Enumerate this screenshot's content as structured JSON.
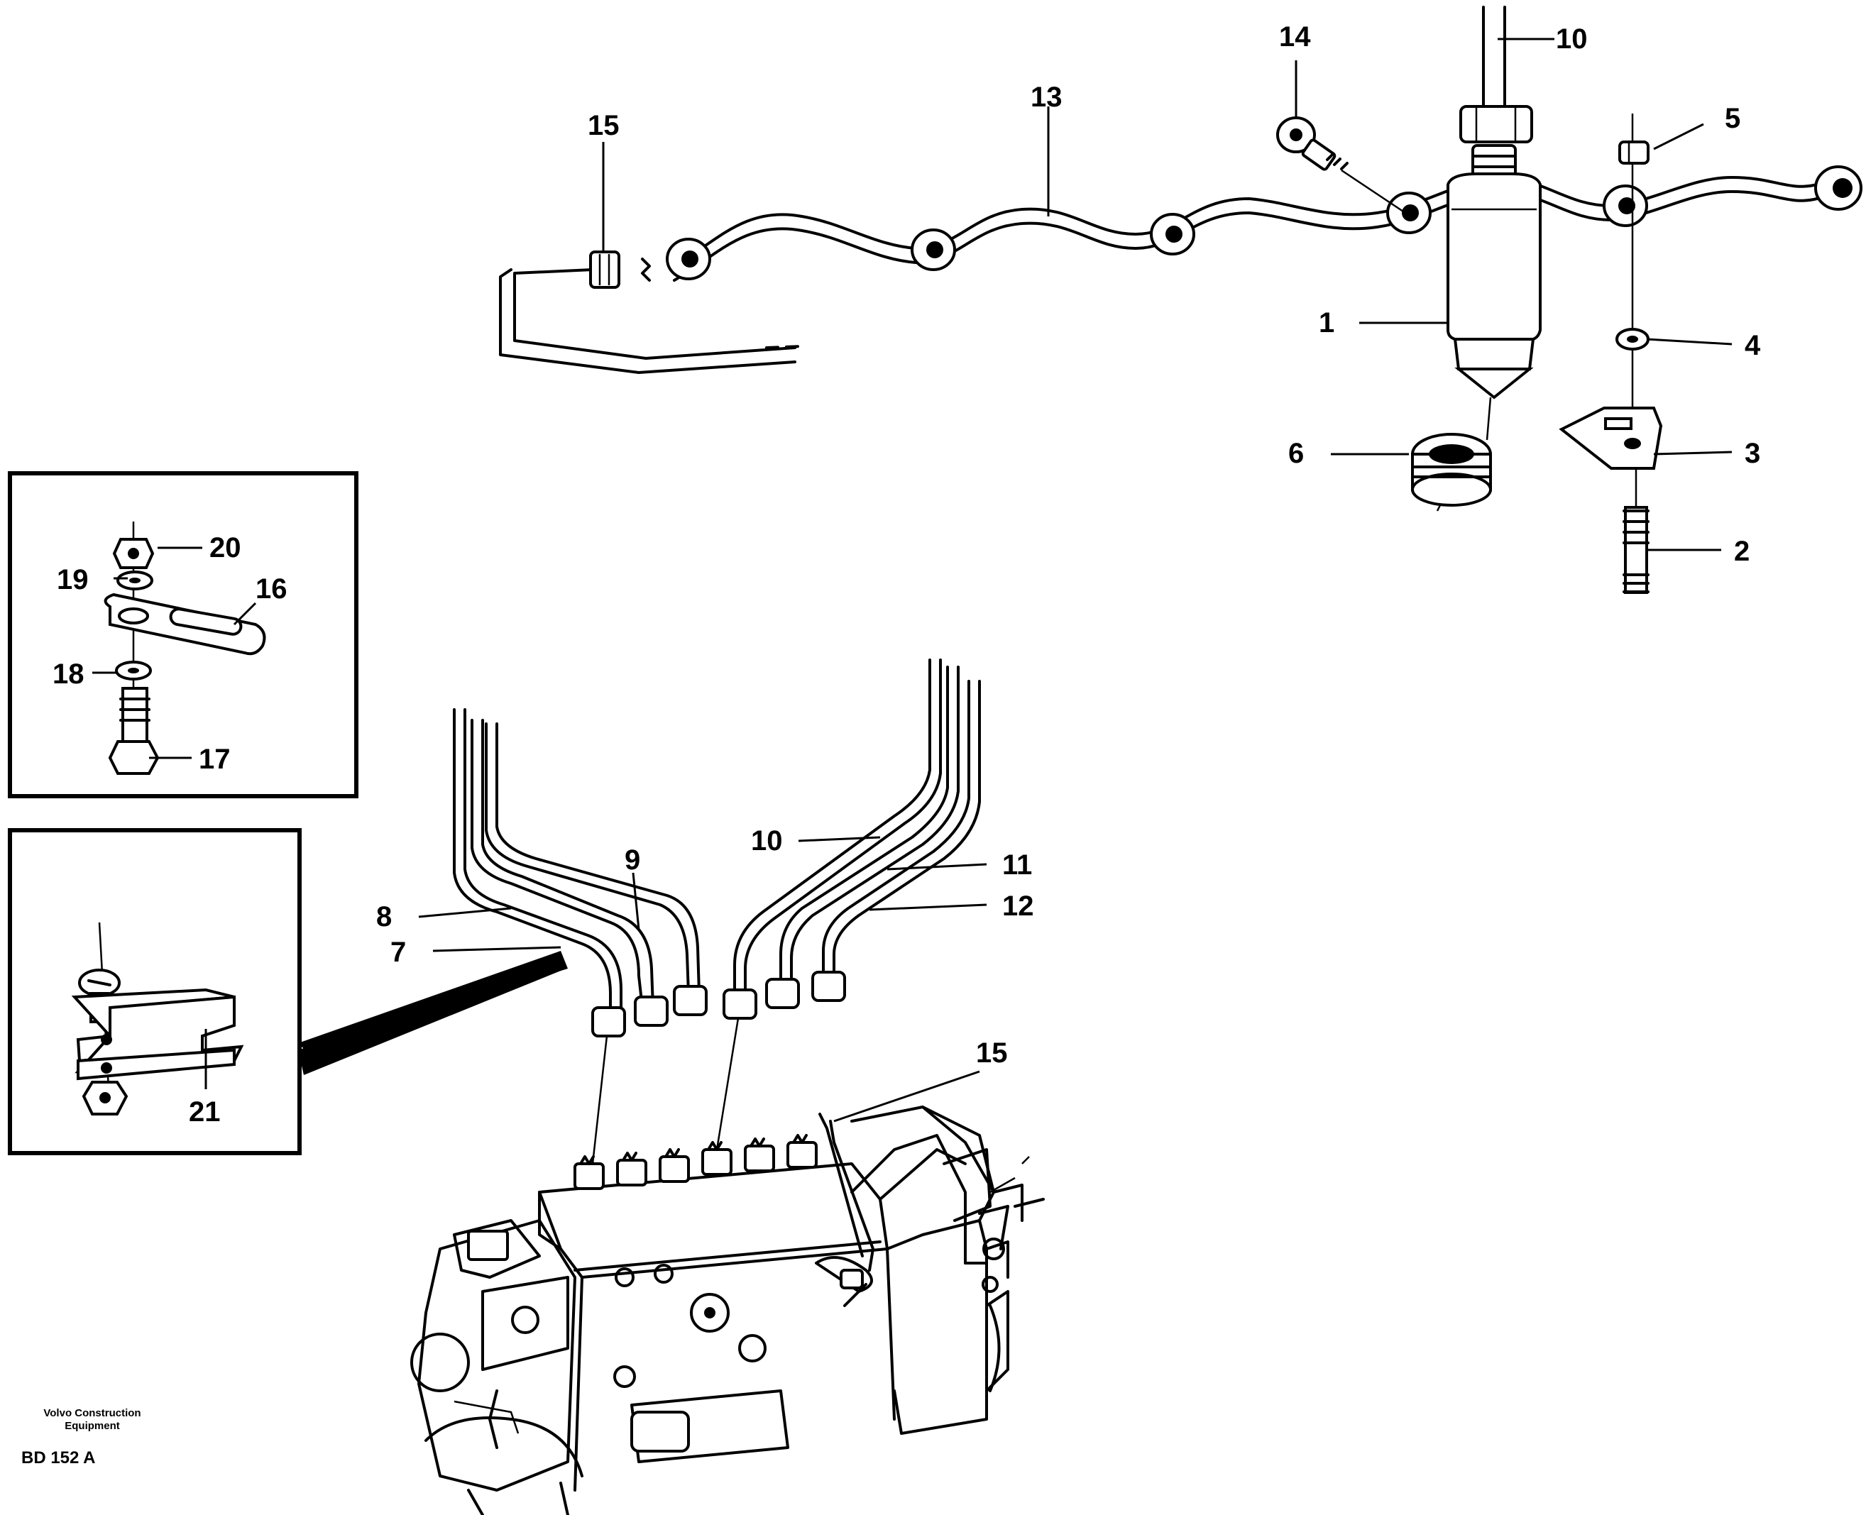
{
  "diagram": {
    "callouts": {
      "c1": "1",
      "c2": "2",
      "c3": "3",
      "c4": "4",
      "c5": "5",
      "c6": "6",
      "c7": "7",
      "c8": "8",
      "c9": "9",
      "c10_top": "10",
      "c10_mid": "10",
      "c11": "11",
      "c12": "12",
      "c13": "13",
      "c14": "14",
      "c15_top": "15",
      "c15_bottom": "15",
      "c16": "16",
      "c17": "17",
      "c18": "18",
      "c19": "19",
      "c20": "20",
      "c21": "21"
    },
    "footer": {
      "company_line1": "Volvo Construction",
      "company_line2": "Equipment",
      "drawing_code": "BD 152 A"
    }
  }
}
